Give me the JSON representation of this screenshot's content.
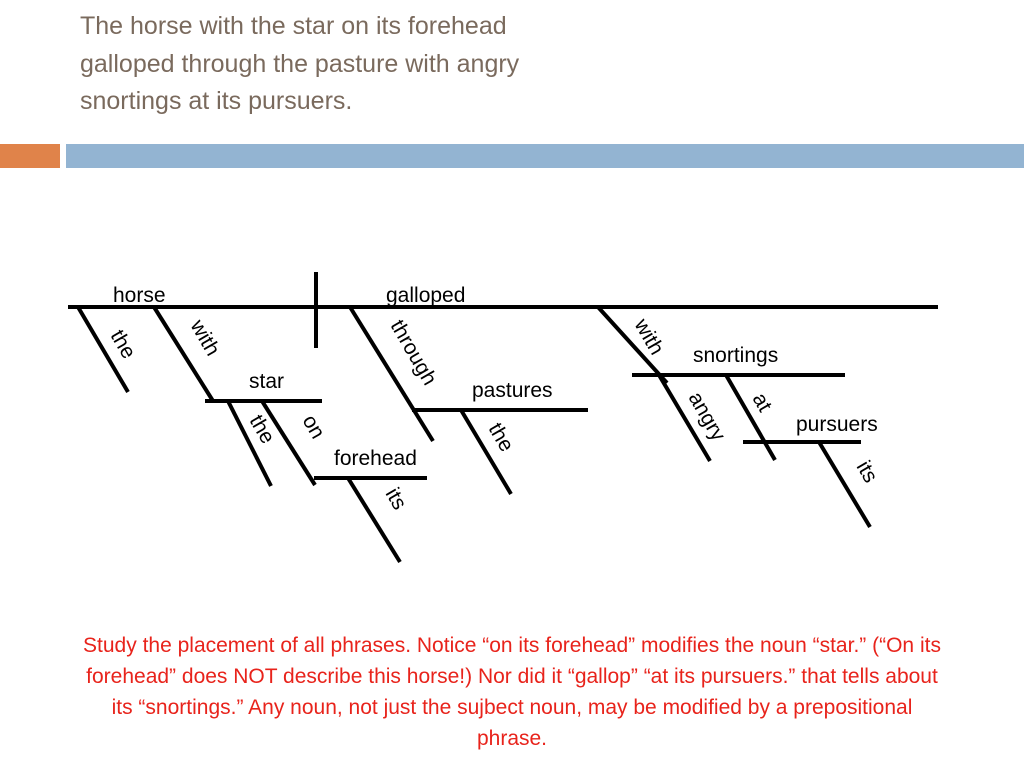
{
  "slide": {
    "title_lines": [
      "The horse with the star on its forehead",
      "galloped through the pasture with angry",
      "snortings at its pursuers."
    ],
    "accent_color": "#e0834a",
    "band_color": "#93b4d2",
    "title_color": "#7a6a5d",
    "note_color": "#e8231b"
  },
  "diagram": {
    "words": {
      "horse": "horse",
      "galloped": "galloped",
      "the_1": "the",
      "with_1": "with",
      "star": "star",
      "the_2": "the",
      "on": "on",
      "forehead": "forehead",
      "its_1": "its",
      "through": "through",
      "pastures": "pastures",
      "the_3": "the",
      "with_2": "with",
      "snortings": "snortings",
      "angry": "angry",
      "at": "at",
      "pursuers": "pursuers",
      "its_2": "its"
    }
  },
  "note": {
    "text": "Study the placement of all phrases. Notice “on its forehead” modifies the noun “star.” (“On its forehead” does NOT describe this horse!) Nor did it “gallop” “at its pursuers.” that tells about its “snortings.” Any noun, not just the sujbect noun, may be modified by a prepositional phrase."
  }
}
